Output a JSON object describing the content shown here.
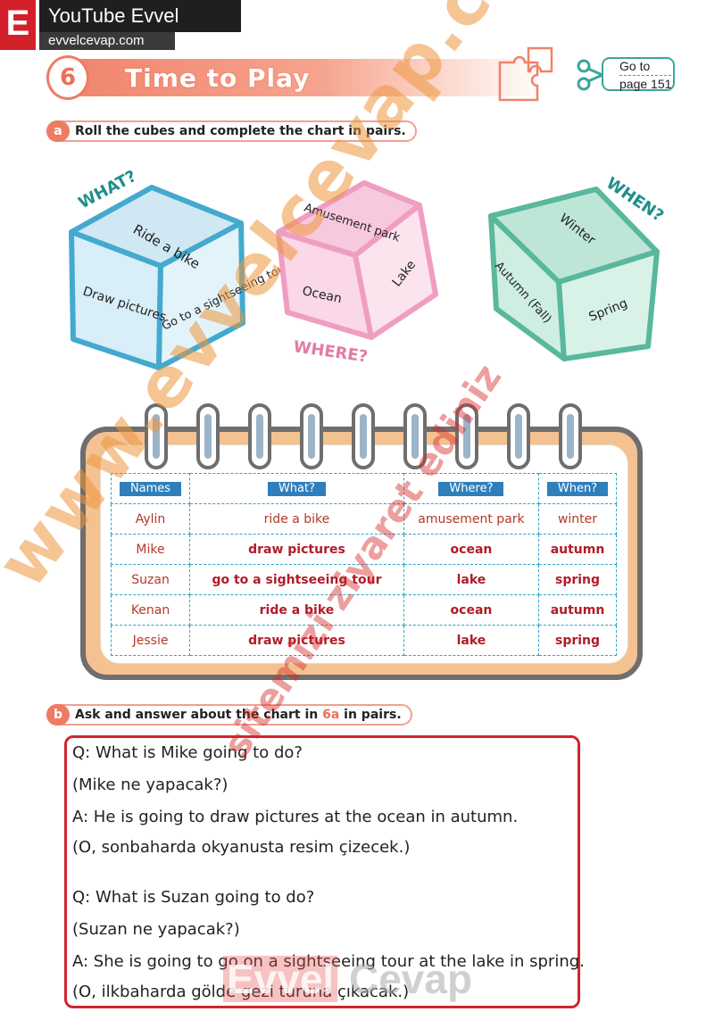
{
  "brand": {
    "letter": "E",
    "title": "YouTube Evvel Cevap",
    "url": "evvelcevap.com"
  },
  "unit": {
    "number": "6",
    "title": "Time to Play",
    "goto_line1": "Go to",
    "goto_line2": "page 151"
  },
  "section_a": {
    "letter": "a",
    "instruction": "Roll the cubes and complete the chart in pairs."
  },
  "dice": {
    "what": {
      "label": "WHAT?",
      "faces": [
        "Ride a bike",
        "Draw pictures",
        "Go to a sightseeing tour"
      ]
    },
    "where": {
      "label": "WHERE?",
      "faces": [
        "Amusement park",
        "Ocean",
        "Lake"
      ]
    },
    "when": {
      "label": "WHEN?",
      "faces": [
        "Winter",
        "Autumn (Fall)",
        "Spring"
      ]
    }
  },
  "chart": {
    "headers": [
      "Names",
      "What?",
      "Where?",
      "When?"
    ],
    "rows": [
      {
        "name": "Aylin",
        "what": "ride a bike",
        "where": "amusement park",
        "when": "winter"
      },
      {
        "name": "Mike",
        "what": "draw pictures",
        "where": "ocean",
        "when": "autumn"
      },
      {
        "name": "Suzan",
        "what": "go to a sightseeing tour",
        "where": "lake",
        "when": "spring"
      },
      {
        "name": "Kenan",
        "what": "ride a bike",
        "where": "ocean",
        "when": "autumn"
      },
      {
        "name": "Jessie",
        "what": "draw pictures",
        "where": "lake",
        "when": "spring"
      }
    ]
  },
  "section_b": {
    "letter": "b",
    "instruction_pre": "Ask and answer about the chart in ",
    "instruction_ref": "6a",
    "instruction_post": " in pairs."
  },
  "qa": [
    "Q: What is Mike going to do?",
    "(Mike ne yapacak?)",
    "A: He is going to draw pictures at the ocean in autumn.",
    "(O, sonbaharda okyanusta resim çizecek.)",
    "Q: What is Suzan going to do?",
    "(Suzan ne yapacak?)",
    "A: She is going to go on a sightseeing tour at the lake in spring.",
    "(O, ilkbaharda gölde gezi turuna çıkacak.)"
  ],
  "watermarks": {
    "main": "www.evvelcevap.com",
    "secondary": "sitemizi ziyaret ediniz",
    "bottom_a": "Evvel",
    "bottom_b": "Cevap"
  },
  "colors": {
    "accent": "#ee7c64",
    "answer_red": "#b01c28",
    "table_header": "#2f7fbc",
    "border_red": "#d1252f"
  }
}
